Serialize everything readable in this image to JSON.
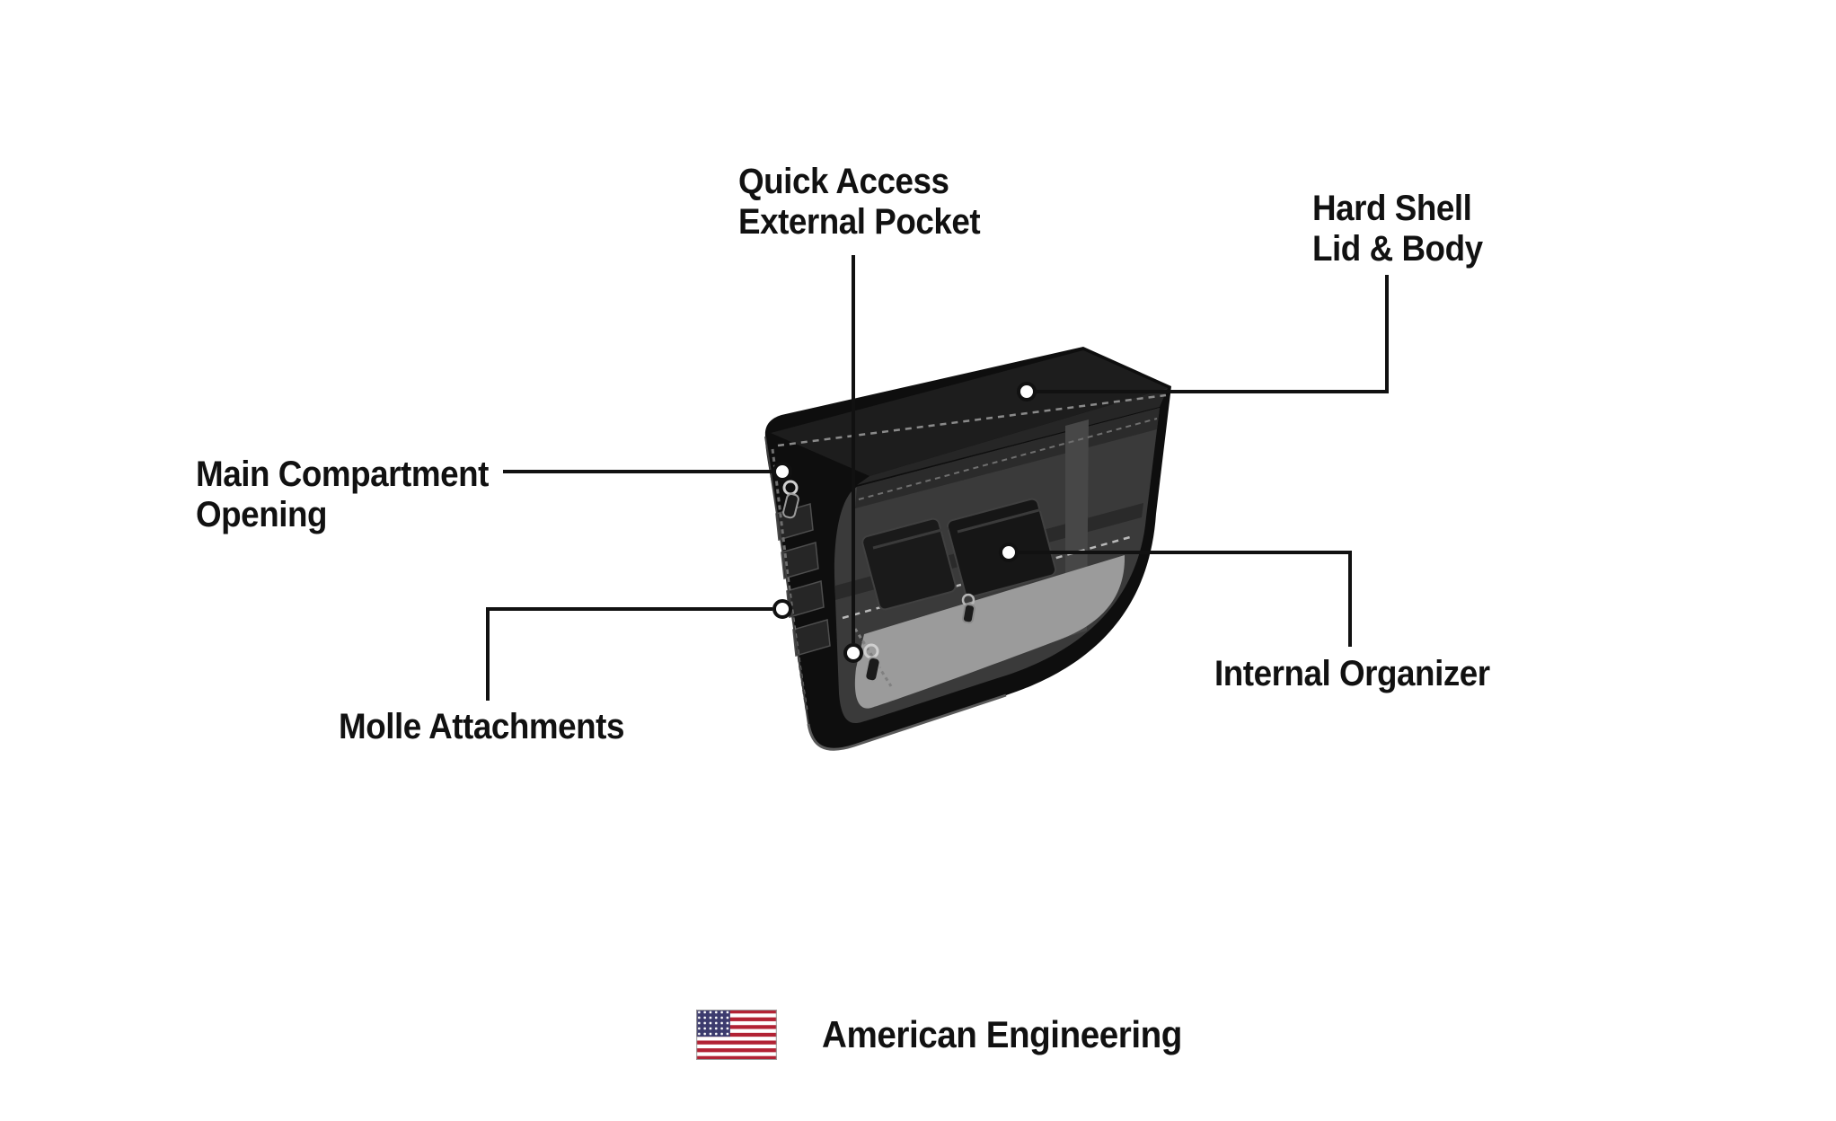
{
  "diagram": {
    "callouts": {
      "quick_access": {
        "label": "Quick Access\nExternal Pocket"
      },
      "hard_shell": {
        "label": "Hard Shell\nLid & Body"
      },
      "main_compartment": {
        "label": "Main Compartment\nOpening"
      },
      "molle": {
        "label": "Molle Attachments"
      },
      "internal_organizer": {
        "label": "Internal Organizer"
      }
    },
    "footer": {
      "text": "American Engineering",
      "flag_icon": "us-flag"
    },
    "colors": {
      "label_text": "#111111",
      "callout_line": "#111111",
      "shell_black": "#0e0e0e",
      "interior_gray": "#9b9b9b",
      "flag_red": "#B22234",
      "flag_blue": "#3C3B6E"
    }
  }
}
